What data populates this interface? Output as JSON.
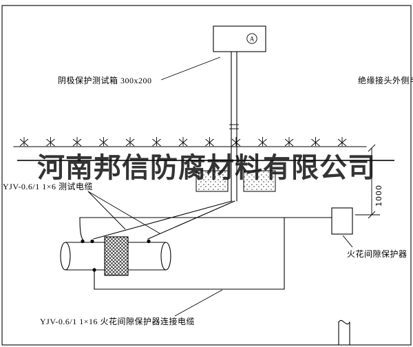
{
  "watermark": "河南邦信防腐材料有限公司",
  "test_box": {
    "label": "阴极保护测试箱 300x200",
    "meter_symbol": "A"
  },
  "cables": {
    "insulated_joint_side": "绝缘接头外侧电缆",
    "test_cable": "YJV-0.6/1 1×6  测试电缆",
    "spark_gap_cable": "YJV-0.6/1 1×16  火花间隙保护器连接电缆"
  },
  "devices": {
    "spark_gap_protector": "火花间隙保护器"
  },
  "dimensions": {
    "burial_depth": "1000"
  }
}
